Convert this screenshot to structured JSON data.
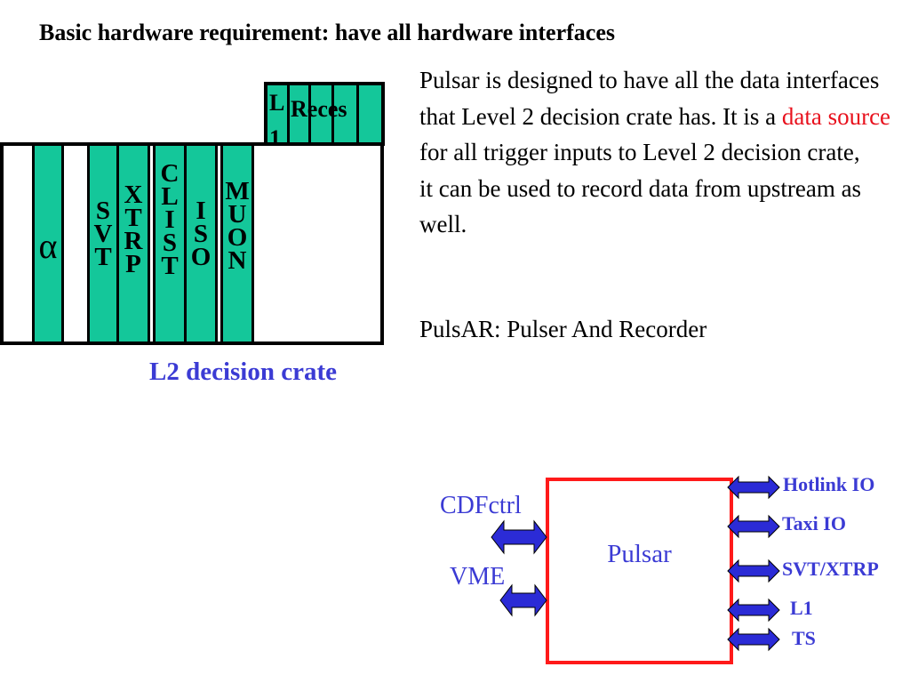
{
  "title": "Basic hardware requirement: have all hardware interfaces",
  "description": {
    "part1": "Pulsar is designed  to have all the data interfaces that Level 2 decision crate has. It is a ",
    "highlight": "data source",
    "part2": " for all trigger inputs to Level 2 decision crate,",
    "part3": "it can be used to record data from upstream as well."
  },
  "acronym": "PulsAR:   Pulser And Recorder",
  "crate": {
    "caption": "L2 decision crate",
    "top_l1": "L\n1",
    "top_reces": "Reces",
    "slots": [
      {
        "label": "α"
      },
      {
        "label": "S\nV\nT"
      },
      {
        "label": "X\nT\nR\nP"
      },
      {
        "label": "C\nL\nI\nS\nT"
      },
      {
        "label": "I\nS\nO"
      },
      {
        "label": "M\nU\nO\nN"
      }
    ]
  },
  "pulsar": {
    "label": "Pulsar",
    "left_ports": [
      "CDFctrl",
      "VME"
    ],
    "right_ports": [
      "Hotlink IO",
      "Taxi IO",
      "SVT/XTRP",
      "L1",
      "TS"
    ]
  },
  "colors": {
    "slot_green": "#14c79a",
    "caption_blue": "#3b3bd4",
    "pulsar_border": "#ff1a1a",
    "arrow_fill": "#2b2bd6",
    "highlight_red": "#e8101c"
  }
}
